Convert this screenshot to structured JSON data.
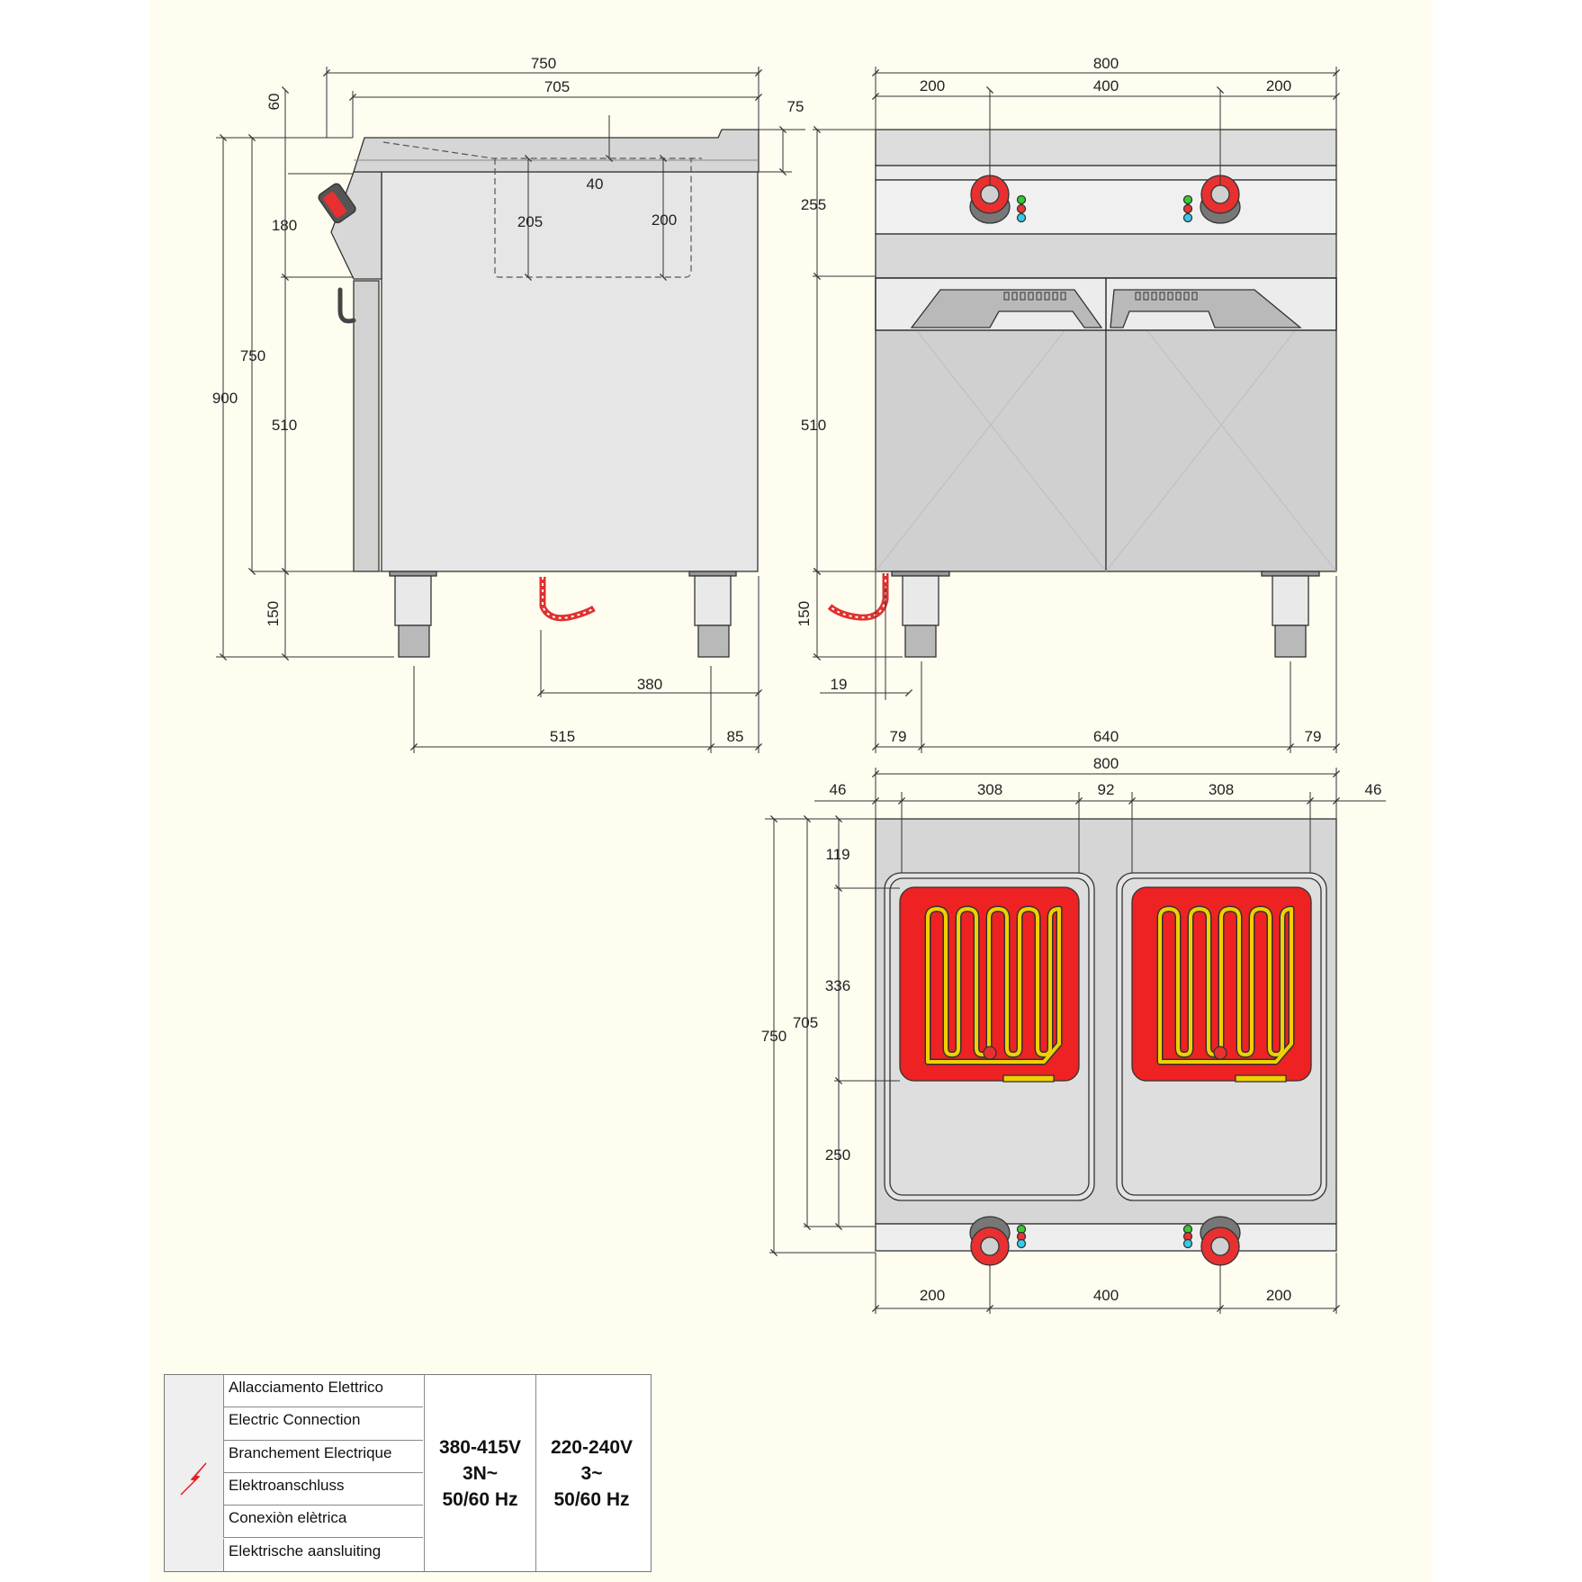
{
  "dimensions": {
    "side_top_overall": "750",
    "side_top_inner": "705",
    "side_60": "60",
    "side_75": "75",
    "side_40": "40",
    "side_205": "205",
    "side_200": "200",
    "side_180": "180",
    "side_750": "750",
    "side_900": "900",
    "side_510": "510",
    "side_150": "150",
    "side_380": "380",
    "side_515": "515",
    "side_85": "85",
    "front_800": "800",
    "front_200_left": "200",
    "front_400": "400",
    "front_200_right": "200",
    "front_255": "255",
    "front_510": "510",
    "front_150": "150",
    "front_19": "19",
    "front_79_left": "79",
    "front_640": "640",
    "front_79_right": "79",
    "top_800": "800",
    "top_46_left": "46",
    "top_308_left": "308",
    "top_92": "92",
    "top_308_right": "308",
    "top_46_right": "46",
    "top_119": "119",
    "top_336": "336",
    "top_250": "250",
    "top_750": "750",
    "top_705": "705",
    "top_200_left": "200",
    "top_400": "400",
    "top_200_right": "200"
  },
  "electric_table": {
    "icon": "lightning-bolt-icon",
    "icon_color": "#e8202a",
    "labels": [
      "Allacciamento Elettrico",
      "Electric Connection",
      "Branchement Electrique",
      "Elektroanschluss",
      "Conexiòn elètrica",
      "Elektrische aansluiting"
    ],
    "voltage_1": [
      "380-415V",
      "3N~",
      "50/60 Hz"
    ],
    "voltage_2": [
      "220-240V",
      "3~",
      "50/60 Hz"
    ]
  },
  "colors": {
    "heating_pan": "#ee2222",
    "heating_element": "#f0d000",
    "knob": "#e83030",
    "lamp_green": "#33cc33",
    "lamp_red": "#ee3333",
    "lamp_cyan": "#33ccee",
    "steel": "#d4d4d4",
    "cable": "#e03030"
  }
}
